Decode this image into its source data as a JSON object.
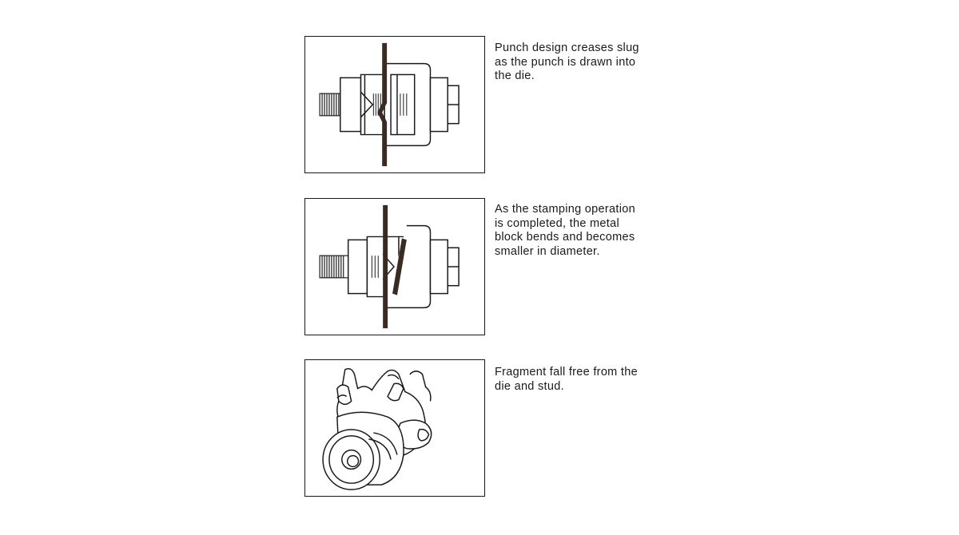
{
  "steps": [
    {
      "caption": "Punch design creases slug\nas the punch is drawn into\nthe die."
    },
    {
      "caption": "As the stamping operation\nis completed, the metal\nblock bends and becomes\nsmaller in diameter."
    },
    {
      "caption": "Fragment fall free from the\ndie and stud."
    }
  ],
  "colors": {
    "line": "#1a1a1a",
    "sheet_metal": "#3a2a24",
    "background": "#ffffff"
  }
}
